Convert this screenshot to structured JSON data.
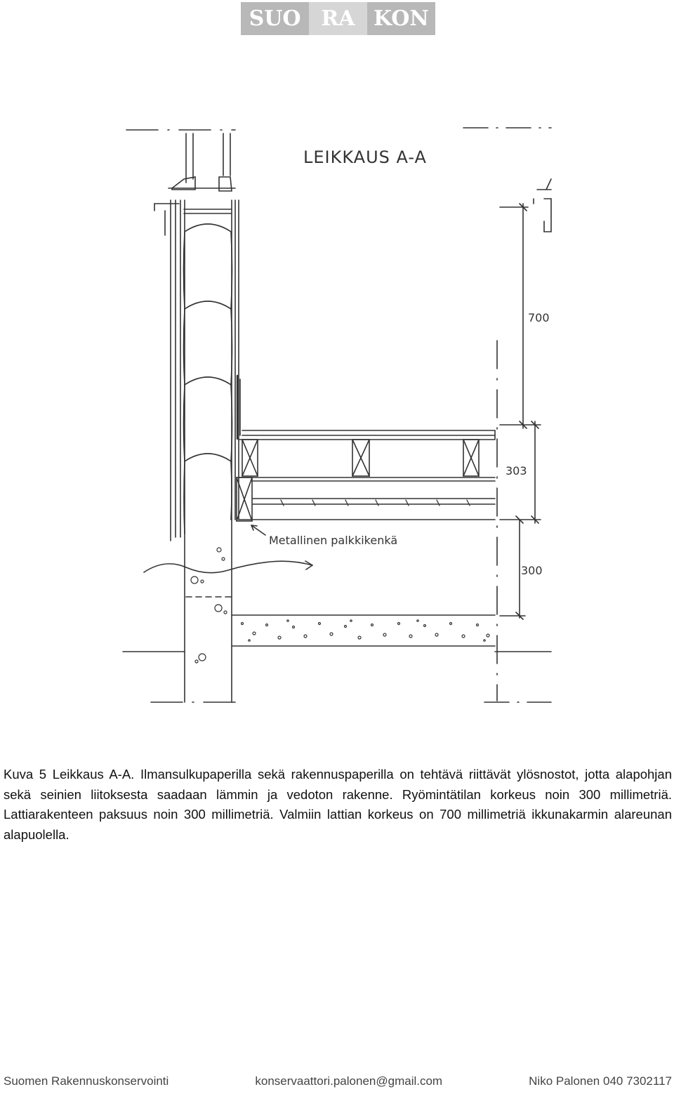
{
  "logo": {
    "part1": "SUO",
    "part2": "RA",
    "part3": "KON"
  },
  "drawing": {
    "title": "LEIKKAUS A-A",
    "label_metal": "Metallinen palkkikenkä",
    "dim_700": "700",
    "dim_303": "303",
    "dim_300": "300"
  },
  "caption": "Kuva 5 Leikkaus A-A. Ilmansulkupaperilla sekä rakennuspaperilla on tehtävä riittävät ylösnostot, jotta alapohjan sekä seinien liitoksesta saadaan lämmin ja vedoton rakenne. Ryömintätilan korkeus noin 300 millimetriä. Lattiarakenteen paksuus noin 300 millimetriä. Valmiin lattian korkeus on 700 millimetriä ikkunakarmin alareunan alapuolella.",
  "footer": {
    "organization": "Suomen Rakennuskonservointi",
    "email": "konservaattori.palonen@gmail.com",
    "contact": "Niko Palonen 040 7302117"
  }
}
